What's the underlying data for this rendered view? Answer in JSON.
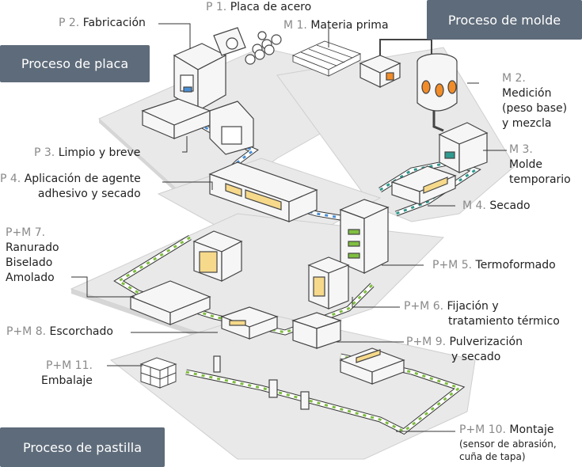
{
  "tags": {
    "plate": "Proceso de placa",
    "mold": "Proceso de molde",
    "pad": "Proceso de pastilla"
  },
  "steps": {
    "p2": {
      "code": "P 2.",
      "text": "Fabricación"
    },
    "p1": {
      "code": "P 1.",
      "text": "Placa de acero"
    },
    "m1": {
      "code": "M 1.",
      "text": "Materia prima"
    },
    "m2": {
      "code": "M 2.",
      "line1": "Medición",
      "line2": "(peso base)",
      "line3": "y mezcla"
    },
    "p3": {
      "code": "P 3.",
      "text": "Limpio y breve"
    },
    "m3": {
      "code": "M 3.",
      "line1": "Molde",
      "line2": "temporario"
    },
    "p4": {
      "code": "P 4.",
      "line1": "Aplicación de agente",
      "line2": "adhesivo y secado"
    },
    "m4": {
      "code": "M 4.",
      "text": "Secado"
    },
    "pm7": {
      "code": "P+M 7.",
      "line1": "Ranurado",
      "line2": "Biselado",
      "line3": "Amolado"
    },
    "pm5": {
      "code": "P+M 5.",
      "text": "Termoformado"
    },
    "pm6": {
      "code": "P+M 6.",
      "line1": "Fijación y",
      "line2": "tratamiento térmico"
    },
    "pm8": {
      "code": "P+M 8.",
      "text": "Escorchado"
    },
    "pm9": {
      "code": "P+M 9.",
      "line1": "Pulverización",
      "line2": "y secado"
    },
    "pm11": {
      "code": "P+M 11.",
      "line1": "Embalaje"
    },
    "pm10": {
      "code": "P+M 10.",
      "line1": "Montaje",
      "line2": "(sensor de abrasión,",
      "line3": "cuña de tapa)"
    }
  },
  "colors": {
    "tag_bg": "#5e6b7a",
    "platform": "#e9e9e9",
    "platform_edge": "#c9c9c9",
    "machine": "#f6f6f6",
    "machine_stroke": "#555555",
    "oven_glow": "#f6d98a",
    "accent_orange": "#f28c28",
    "pad_green": "#7fbf3f",
    "blue_part": "#4a8fd6",
    "code_gray": "#8a8a8a"
  },
  "icons": [
    "steel-coil-icon",
    "raw-material-blocks-icon",
    "mixer-tank-icon",
    "press-machine-icon",
    "oven-icon",
    "conveyor-icon",
    "boxes-icon",
    "robot-arm-icon"
  ]
}
